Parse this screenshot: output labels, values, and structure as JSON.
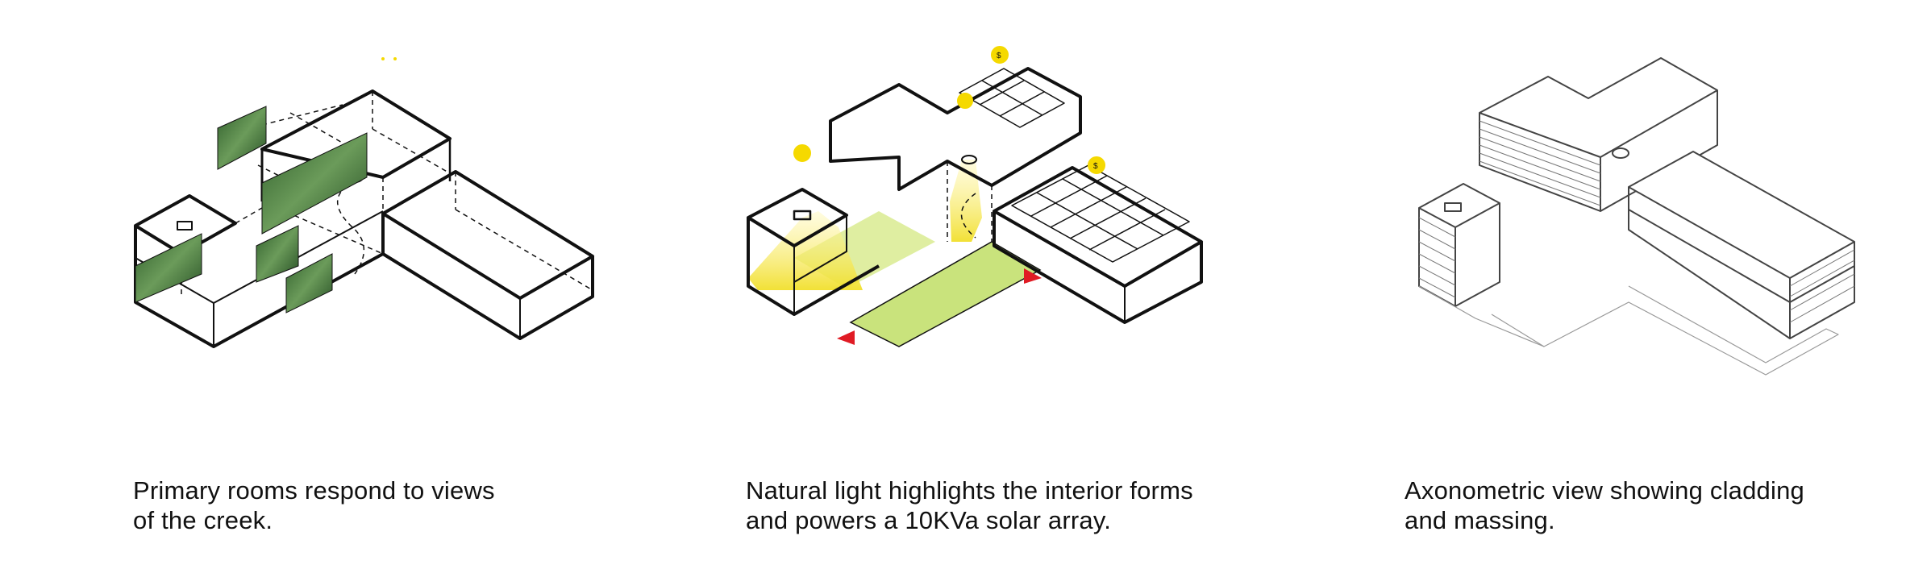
{
  "colors": {
    "line": "#111111",
    "light_yellow": "#f6e84a",
    "sun_yellow": "#f5d900",
    "floor_green": "#c9e37c",
    "view_green": "#3f7a3a",
    "arrow_red": "#e01b24"
  },
  "panels": [
    {
      "caption_line1": "Primary rooms respond to views",
      "caption_line2": "of the creek."
    },
    {
      "caption_line1": "Natural light highlights the interior forms",
      "caption_line2": "and powers a 10KVa solar array."
    },
    {
      "caption_line1": "Axonometric view showing cladding",
      "caption_line2": "and massing."
    }
  ]
}
